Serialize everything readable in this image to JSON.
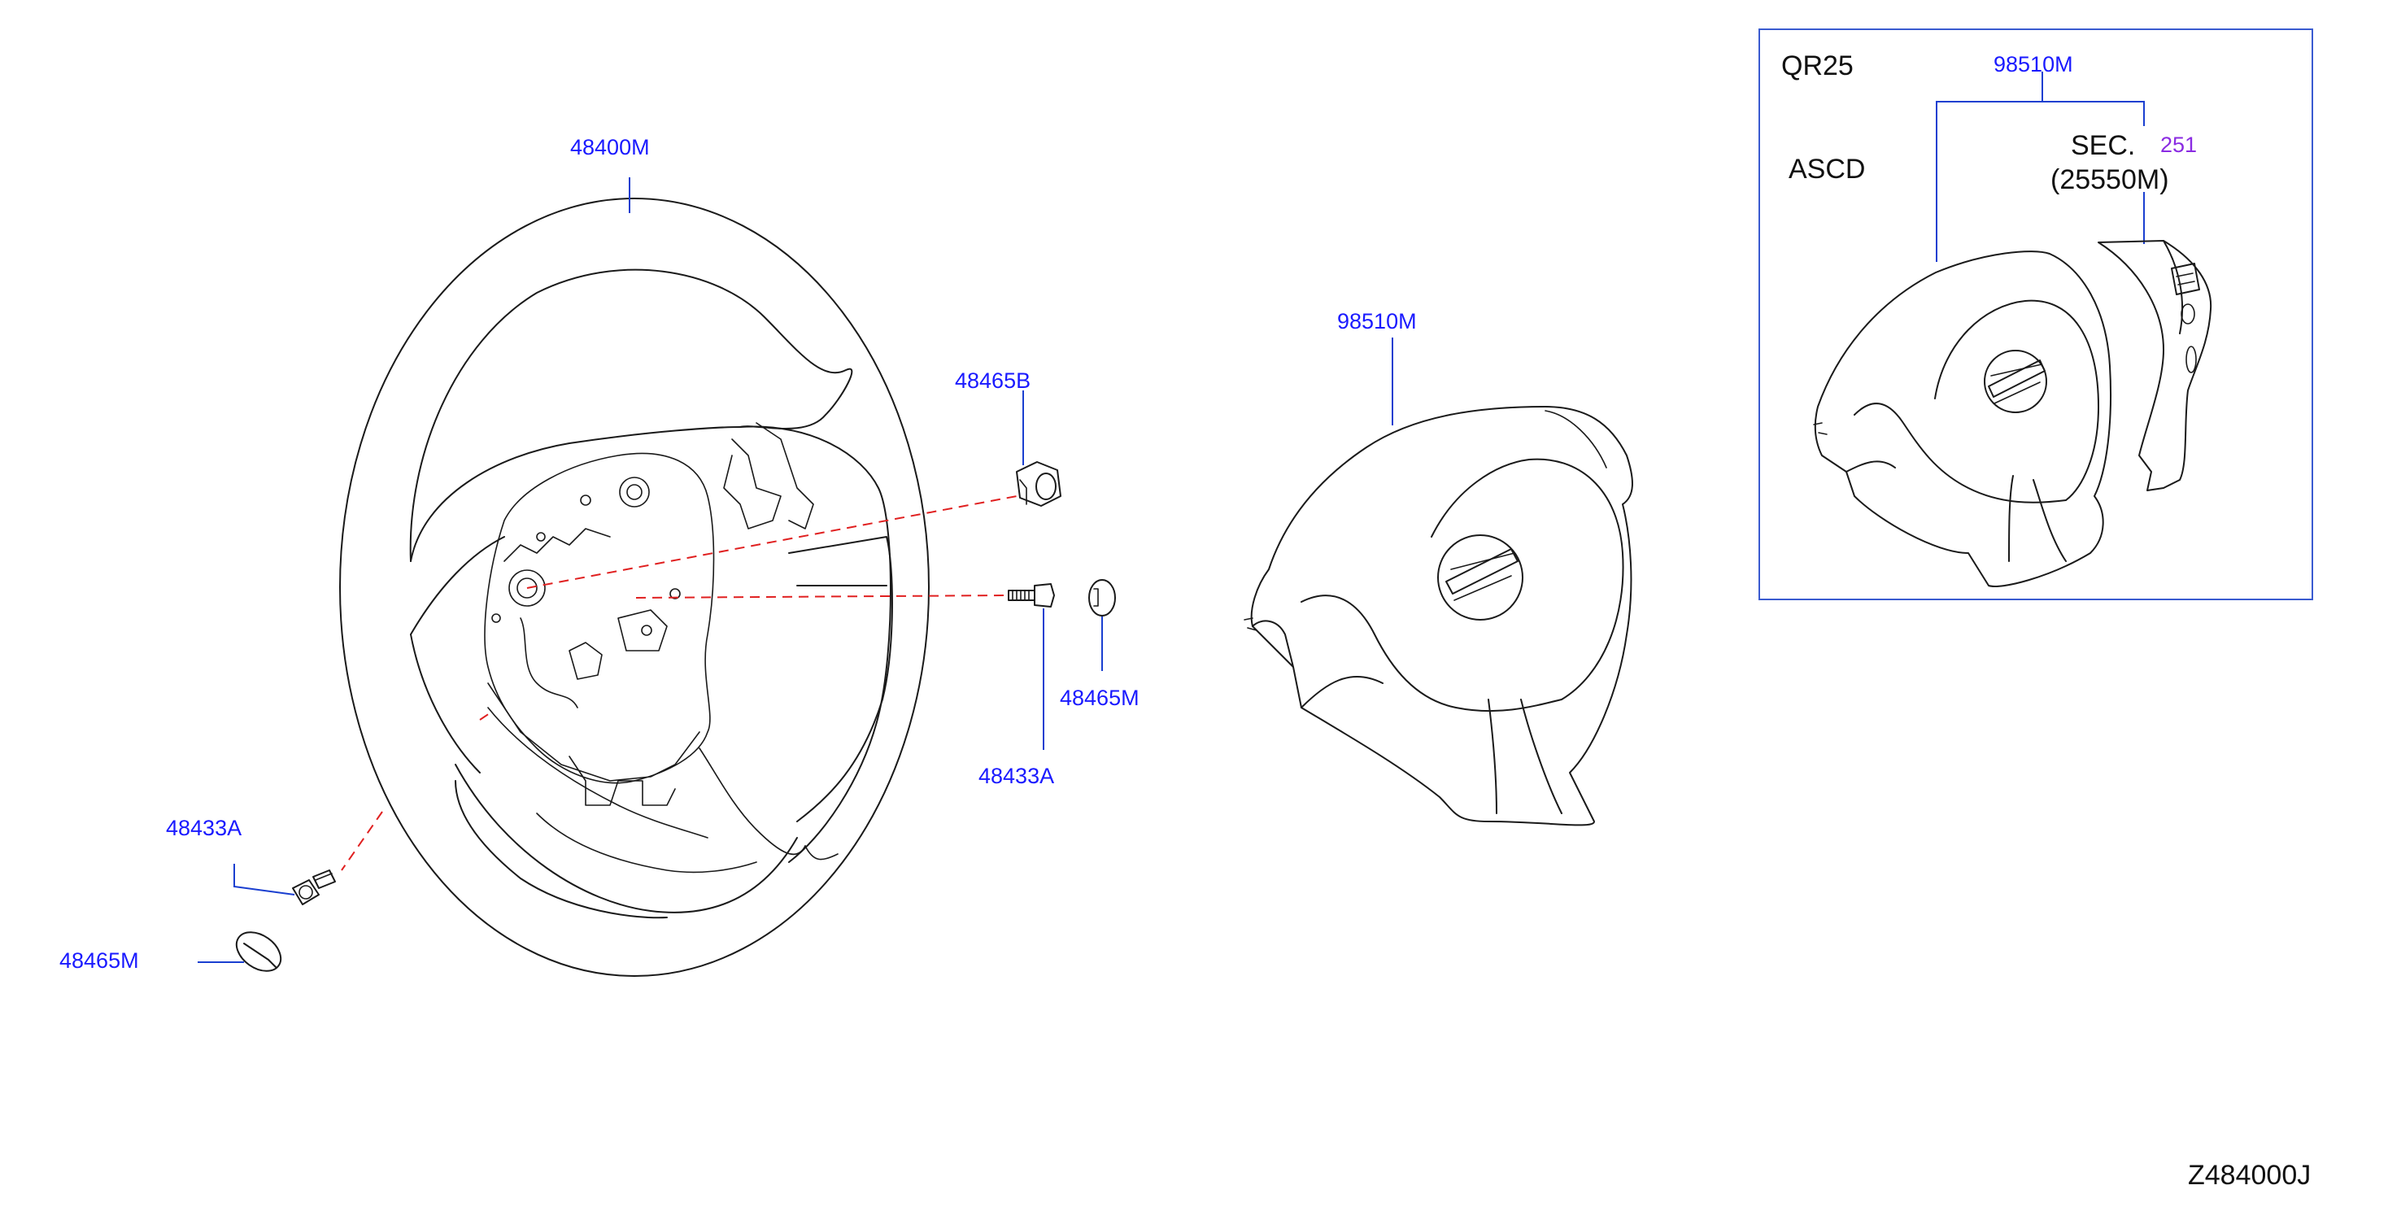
{
  "diagram_id": "Z484000J",
  "inset": {
    "engine": "QR25",
    "option": "ASCD",
    "part": "98510M",
    "section_prefix": "SEC.",
    "section_number": "251",
    "section_part": "(25550M)"
  },
  "callouts": {
    "steering_wheel": "48400M",
    "airbag_module": "98510M",
    "nut_top": "48465B",
    "cap_right": "48465M",
    "bolt_right": "48433A",
    "bolt_left": "48433A",
    "cap_left": "48465M"
  },
  "colors": {
    "callout_text": "#1a1aff",
    "leader_line": "#1a3fd0",
    "hidden_line": "#e02020",
    "section_link": "#8a2be2",
    "inset_border": "#3a5bd0"
  }
}
